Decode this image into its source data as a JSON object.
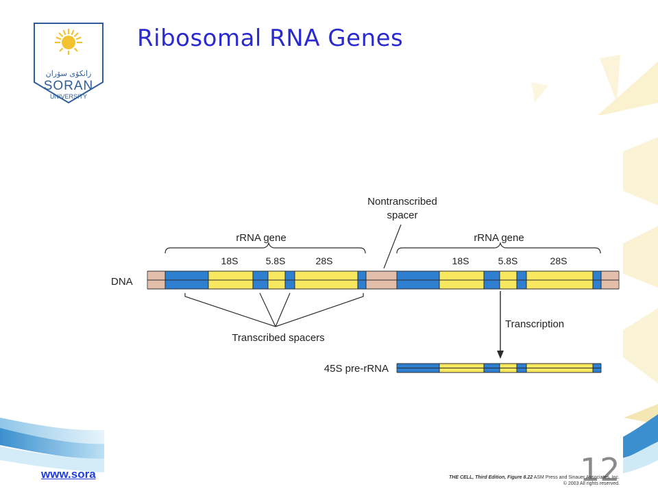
{
  "slide": {
    "title": "Ribosomal RNA Genes",
    "website": "www.sora",
    "page_number": "12"
  },
  "logo": {
    "kurdish_text": "زانكۆی سۆران",
    "name": "SORAN",
    "subtitle": "UNIVERSITY"
  },
  "figure": {
    "dna_label": "DNA",
    "gene_label": "rRNA gene",
    "spacer_label_line1": "Nontranscribed",
    "spacer_label_line2": "spacer",
    "label_18s": "18S",
    "label_58s": "5.8S",
    "label_28s": "28S",
    "transcribed_spacers_label": "Transcribed spacers",
    "transcription_label": "Transcription",
    "pre_rrna_label": "45S pre-rRNA",
    "colors": {
      "spacer": "#e3bfab",
      "transcribed_spacer": "#2f7fd0",
      "gene_segment": "#f8e860",
      "stroke": "#2b2b2b"
    }
  },
  "credit": {
    "book": "THE CELL, Third Edition, Figure 8.22",
    "publisher": "ASM Press and Sinauer Associates, Inc.",
    "copyright": "© 2003 All rights reserved."
  }
}
